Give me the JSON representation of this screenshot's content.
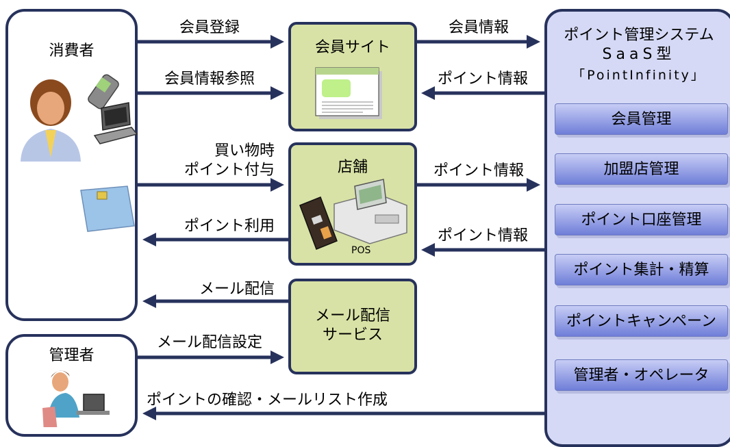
{
  "consumer": {
    "title": "消費者"
  },
  "admin": {
    "title": "管理者"
  },
  "site": {
    "title": "会員サイト"
  },
  "shop": {
    "title": "店舗",
    "pos_label": "POS"
  },
  "mail": {
    "title_line1": "メール配信",
    "title_line2": "サービス"
  },
  "system": {
    "title_line1": "ポイント管理システム",
    "title_line2": "SaaS型",
    "title_line3": "「PointInfinity」",
    "modules": [
      "会員管理",
      "加盟店管理",
      "ポイント口座管理",
      "ポイント集計・精算",
      "ポイントキャンペーン",
      "管理者・オペレータ"
    ]
  },
  "arrows": {
    "member_registration": "会員登録",
    "member_info_view": "会員情報参照",
    "purchase_line1": "買い物時",
    "purchase_line2": "ポイント付与",
    "point_use": "ポイント利用",
    "mail_delivery": "メール配信",
    "mail_settings": "メール配信設定",
    "confirm_list": "ポイントの確認・メールリスト作成",
    "member_info": "会員情報",
    "point_info_site": "ポイント情報",
    "point_info_shop_out": "ポイント情報",
    "point_info_shop_in": "ポイント情報"
  },
  "colors": {
    "arrow": "#27325c",
    "green_box": "#d9e2a6",
    "system_bg": "#d5d9f5",
    "module_grad_top": "#c7cdf5",
    "module_grad_bottom": "#6f7ed8"
  }
}
